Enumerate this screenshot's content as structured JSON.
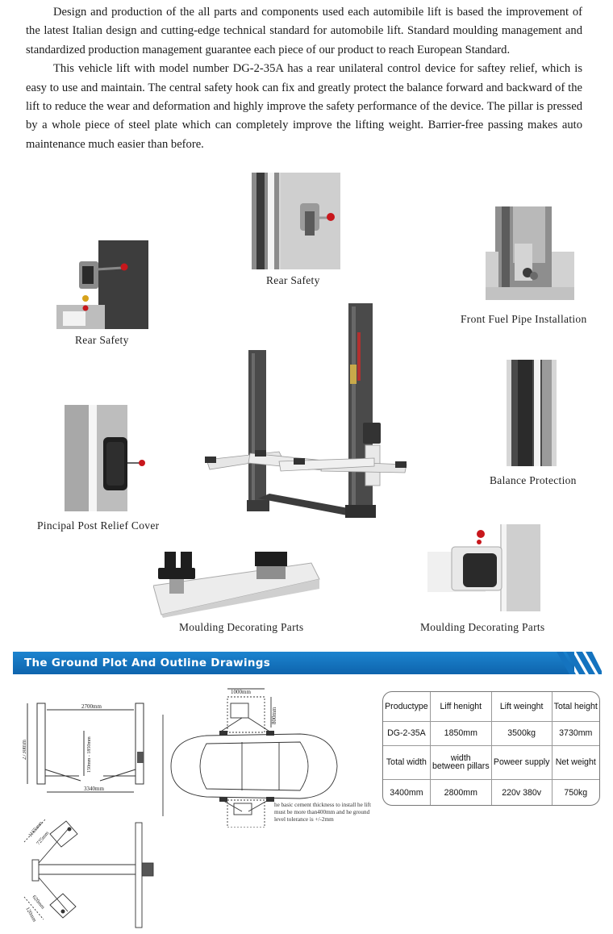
{
  "intro": {
    "paragraph1": "Design and production of the all parts and components used each automibile lift is based the improvement of the latest Italian design and cutting-edge technical standard for automobile lift. Standard moulding management and standardized production management guarantee each piece of our product to reach European Standard.",
    "paragraph2": "This vehicle lift with model number DG-2-35A has a rear unilateral control device for saftey relief, which is easy to use and maintain. The central safety hook can fix and greatly protect the balance forward and backward of the lift to reduce the wear and deformation and highly improve the safety performance of the device. The pillar is pressed by a whole piece of steel plate which can completely improve the lifting weight. Barrier-free passing makes auto maintenance much easier than before."
  },
  "captions": {
    "rear_safety_top": "Rear Safety",
    "rear_safety_left": "Rear Safety",
    "front_fuel": "Front Fuel Pipe Installation",
    "balance": "Balance Protection",
    "principal_post": "Pincipal Post Relief Cover",
    "moulding_left": "Moulding Decorating Parts",
    "moulding_right": "Moulding Decorating Parts"
  },
  "section_title": "The Ground Plot And Outline Drawings",
  "spec_table": {
    "header1": [
      "Productype",
      "Liff henight",
      "Lift weinght",
      "Total height"
    ],
    "row1": [
      "DG-2-35A",
      "1850mm",
      "3500kg",
      "3730mm"
    ],
    "header2_col1": "Total width",
    "header2_col2_line1": "width",
    "header2_col2_line2": "between pillars",
    "header2_col3": "Poweer supply",
    "header2_col4": "Net weight",
    "row2": [
      "3400mm",
      "2800mm",
      "220v 380v",
      "750kg"
    ]
  },
  "drawing_labels": {
    "front_width": "2700mm",
    "front_total_width": "3340mm",
    "front_height": "2730mm",
    "front_lift_range": "150mm - 1850mm",
    "plan_top_width": "1000mm",
    "plan_top_depth": "800mm",
    "arm_long": "1165mm",
    "arm_mid": "725mm",
    "arm_short": "620mm",
    "arm_end": "120mm",
    "ground_note": "he basic cement thickness to install he lift must be more than400mm and he ground level tolerance is +/-2mm"
  },
  "colors": {
    "banner": "#1473bf",
    "lift_body": "#4a4a4a",
    "arm": "#e6e6e6",
    "knob": "#c8171c"
  }
}
